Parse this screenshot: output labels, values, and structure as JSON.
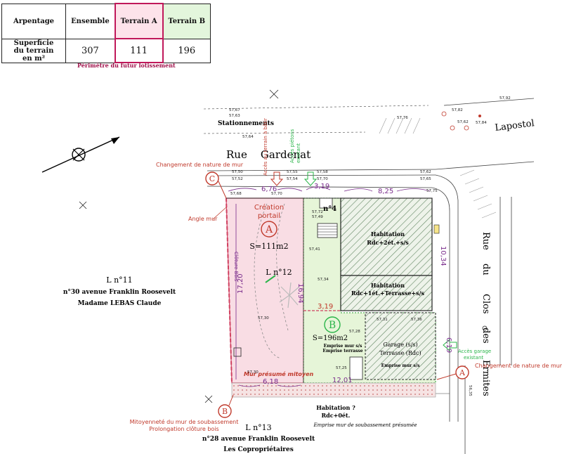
{
  "table": {
    "header": {
      "col0": "Arpentage",
      "col1": "Ensemble",
      "col2": "Terrain A",
      "col3": "Terrain B"
    },
    "row": {
      "label_line1": "Superficie",
      "label_line2": "du terrain",
      "label_line3": "en m²",
      "ensemble": "307",
      "terrain_a": "111",
      "terrain_b": "196"
    }
  },
  "caption": "Périmètre du futur lotissement",
  "streets": {
    "rue_gardenat": "Rue    Gardenat",
    "stationnements": "Stationnements",
    "lapostol": "Lapostol",
    "rue_du_clos_1": "Rue",
    "rue_du_clos_2": "du",
    "rue_du_clos_3": "Clos",
    "rue_du_clos_4": "des",
    "rue_du_clos_5": "Ermites"
  },
  "lot_a": {
    "marker": "A",
    "area": "S=111m2",
    "lot_label": "L n°12",
    "creation_1": "Création",
    "creation_2": "portail"
  },
  "lot_b": {
    "marker": "B",
    "area": "S=196m2",
    "number": "n°4",
    "emprise_1": "Emprise mur s/s",
    "emprise_2": "Emprise terrasse",
    "emprise_3": "Emprise mur s/s"
  },
  "buildings": {
    "hab_main_1": "Habitation",
    "hab_main_2": "Rdc+2ét.+s/s",
    "hab_second_1": "Habitation",
    "hab_second_2": "Rdc+1ét.+Terrasse+s/s",
    "garage_1": "Garage (s/s)",
    "garage_2": "Terrasse (Rdc)",
    "hab_bottom_1": "Habitation ?",
    "hab_bottom_2": "Rdc+0ét."
  },
  "neighbors": {
    "l11_1": "L n°11",
    "l11_2": "n°30 avenue Franklin Roosevelt",
    "l11_3": "Madame LEBAS Claude",
    "l13_1": "L n°13",
    "l13_2": "n°28 avenue Franklin Roosevelt",
    "l13_3": "Les Copropriétaires"
  },
  "annotations": {
    "changement_top": "Changement de nature de mur",
    "changement_right": "Changement de nature de mur",
    "angle_mur": "Angle mur",
    "cloture_bois": "Clôture Bois",
    "mur_presume": "Mur présumé mitoyen",
    "mitoyennete_1": "Mitoyenneté du mur de soubassement",
    "mitoyennete_2": "Prolongation clôture bois",
    "emprise_soubassement": "Emprise mur de soubassement présumée",
    "acces_terrain_bati": "Accès au terrain à bâtir",
    "acces_pietons_1": "Accès piétons",
    "acces_pietons_2": "existant",
    "acces_garage_1": "Accès garage",
    "acces_garage_2": "existant"
  },
  "point_markers": {
    "a": "A",
    "b": "B",
    "c": "C"
  },
  "dimensions": {
    "d676": "6,76",
    "d319_top": "3,19",
    "d825": "8,25",
    "d1034": "10,34",
    "d1720": "17,20",
    "d1694": "16,94",
    "d319_mid": "3,19",
    "d619": "6,19",
    "d618": "6,18",
    "d1201": "12,01"
  },
  "elevations": [
    "57,67",
    "57,63",
    "57,64",
    "57,76",
    "57,82",
    "57,92",
    "57,62",
    "57,84",
    "57,50",
    "57,52",
    "57,55",
    "57,54",
    "57,58",
    "57,70",
    "57,62",
    "57,65",
    "57,68",
    "57,70",
    "57,72",
    "57,49",
    "57,75",
    "57,41",
    "57,34",
    "57,30",
    "57,28",
    "57,31",
    "57,36",
    "57,25",
    "57,30",
    "56,35"
  ],
  "colors": {
    "lot_a_fill": "#f9dde4",
    "lot_b_fill": "#e6f5d8",
    "red": "#c0392b",
    "purple": "#7a2d8c",
    "green": "#2bb54a",
    "hatch": "#4a7a4a"
  }
}
